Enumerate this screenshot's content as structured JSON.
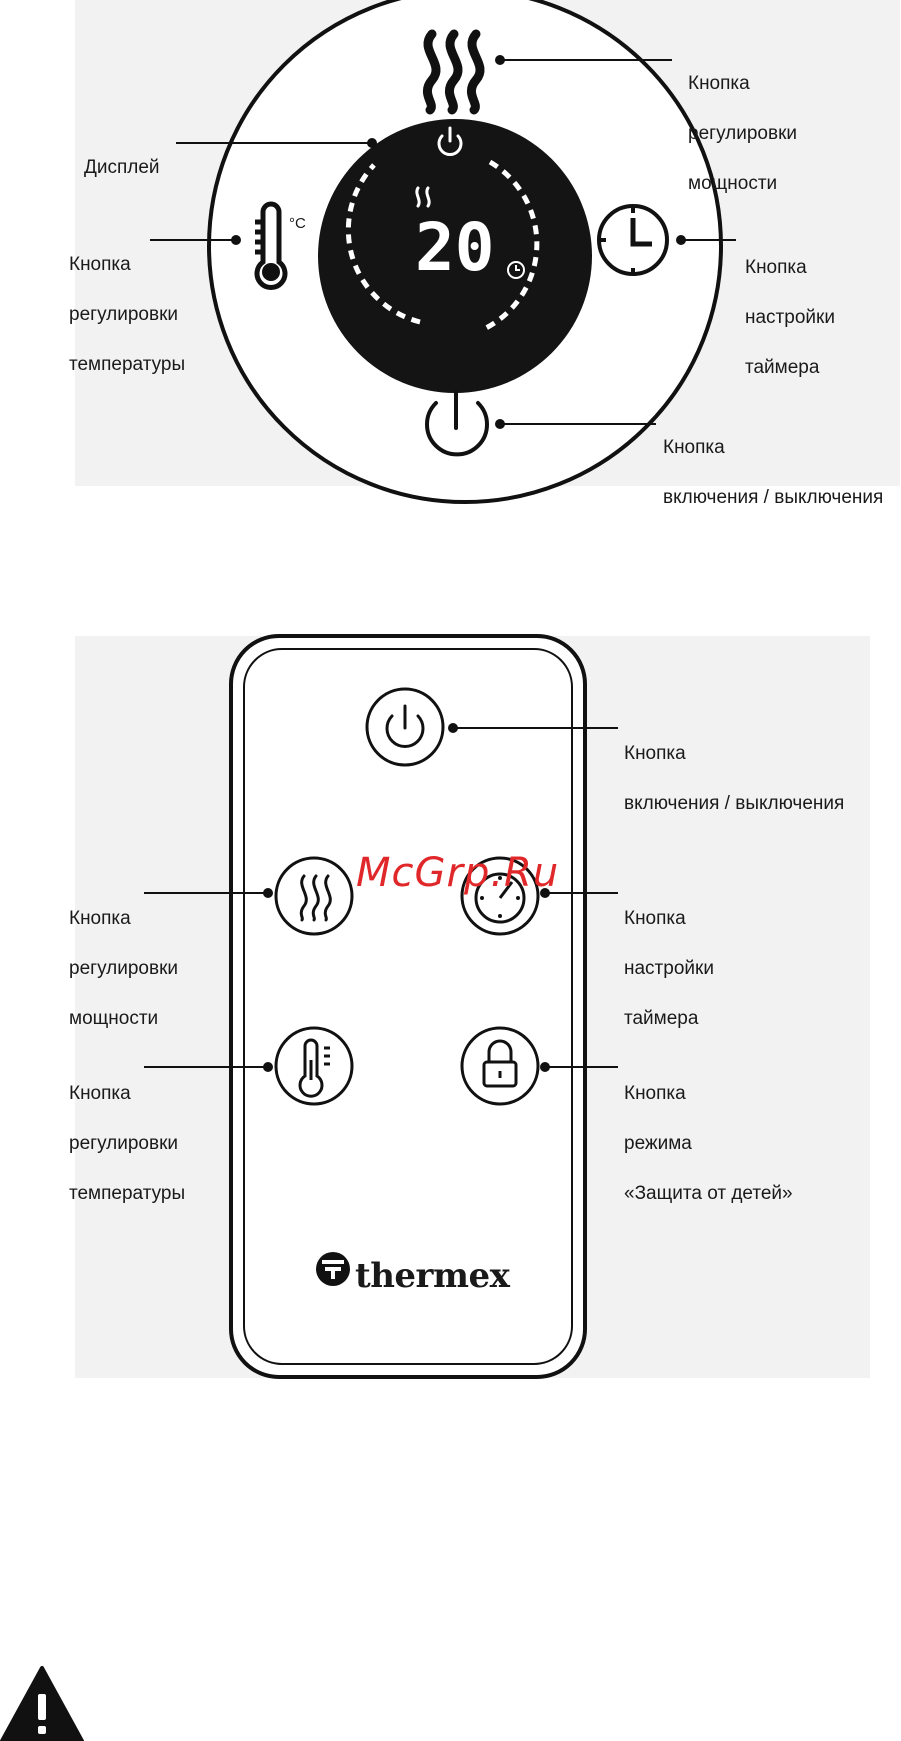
{
  "diagram_top": {
    "display_label": "Дисплей",
    "power_level_label": [
      "Кнопка",
      "регулировки",
      "мощности"
    ],
    "temperature_label": [
      "Кнопка",
      "регулировки",
      "температуры"
    ],
    "timer_label": [
      "Кнопка",
      "настройки",
      "таймера"
    ],
    "onoff_label": [
      "Кнопка",
      "включения / выключения"
    ],
    "display_value": "20",
    "unit": "°C"
  },
  "diagram_remote": {
    "onoff_label": [
      "Кнопка",
      "включения / выключения"
    ],
    "power_level_label": [
      "Кнопка",
      "регулировки",
      "мощности"
    ],
    "timer_label": [
      "Кнопка",
      "настройки",
      "таймера"
    ],
    "temperature_label": [
      "Кнопка",
      "регулировки",
      "температуры"
    ],
    "child_lock_label": [
      "Кнопка",
      "режима",
      "«Защита от детей»"
    ],
    "brand": "thermex"
  },
  "watermark": "McGrp.Ru",
  "icons": [
    "heat-waves-icon",
    "thermometer-icon",
    "clock-icon",
    "power-icon",
    "lock-icon",
    "warning-icon"
  ]
}
